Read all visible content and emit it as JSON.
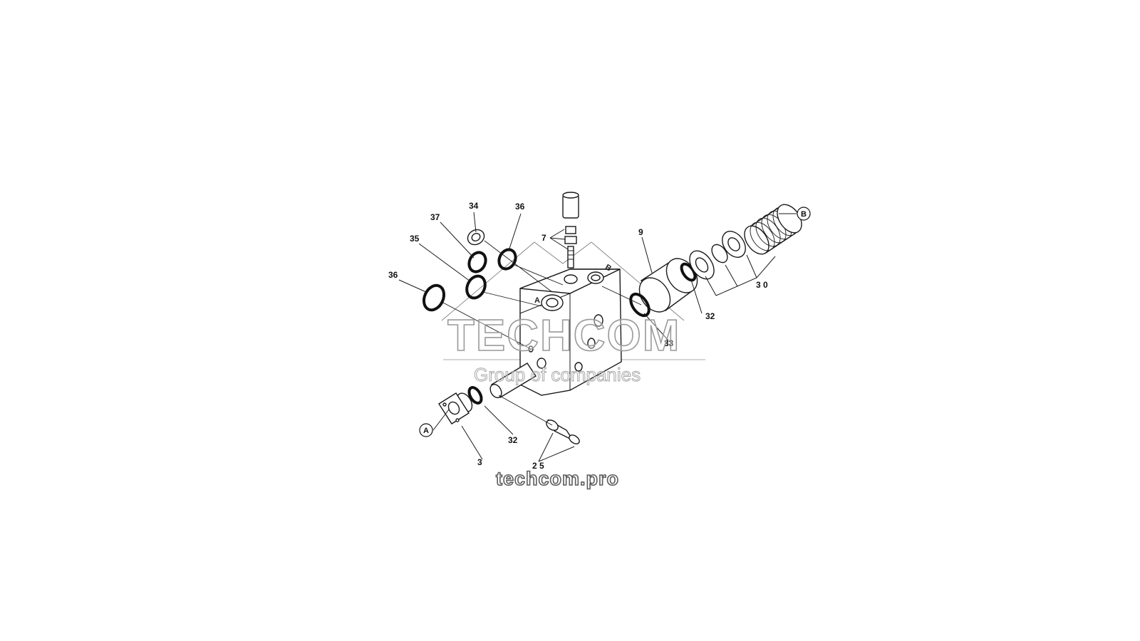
{
  "diagram": {
    "callouts": {
      "c34": "34",
      "c37": "37",
      "c36_top": "36",
      "c35": "35",
      "c36_left": "36",
      "c7": "7",
      "c9": "9",
      "c30": "3 0",
      "c32_right": "32",
      "c33": "33",
      "c32_bottom": "32",
      "c3": "3",
      "c25": "2 5"
    },
    "circled_letters": {
      "a": "A",
      "b": "B"
    },
    "port_marks": {
      "a": "A",
      "b": "B"
    }
  },
  "watermark": {
    "brand": "TECHCOM",
    "tagline": "Group of companies",
    "url": "techcom.pro"
  }
}
